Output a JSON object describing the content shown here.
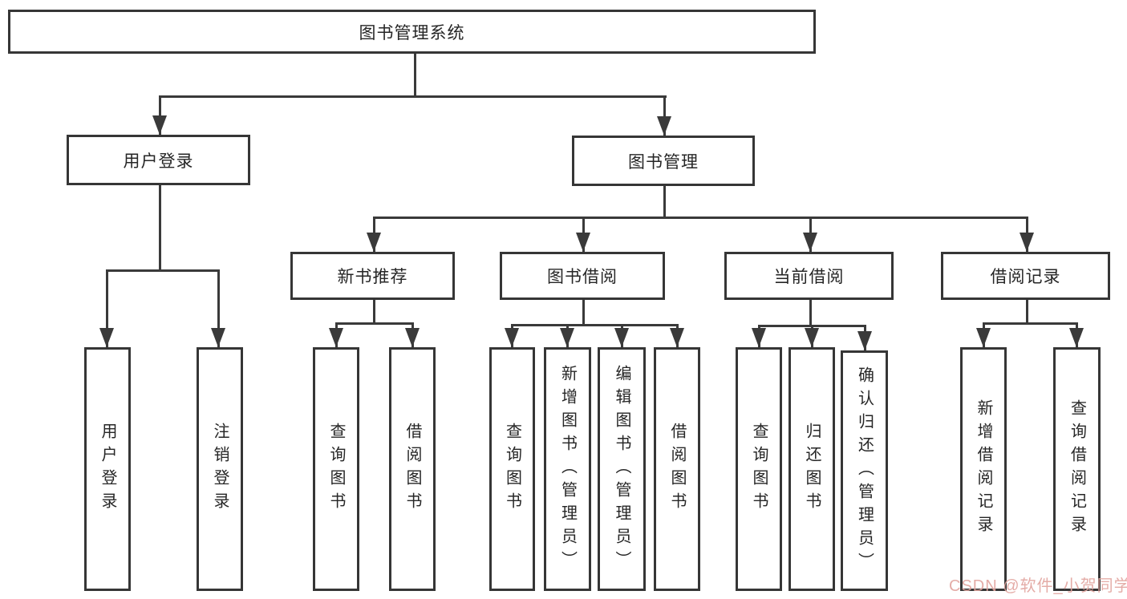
{
  "diagram": {
    "root": {
      "label": "图书管理系统"
    },
    "children": [
      {
        "label": "用户登录",
        "children": [
          {
            "label": "用户登录"
          },
          {
            "label": "注销登录"
          }
        ]
      },
      {
        "label": "图书管理",
        "children": [
          {
            "label": "新书推荐",
            "children": [
              {
                "label": "查询图书"
              },
              {
                "label": "借阅图书"
              }
            ]
          },
          {
            "label": "图书借阅",
            "children": [
              {
                "label": "查询图书"
              },
              {
                "label": "新增图书（管理员）"
              },
              {
                "label": "编辑图书（管理员）"
              },
              {
                "label": "借阅图书"
              }
            ]
          },
          {
            "label": "当前借阅",
            "children": [
              {
                "label": "查询图书"
              },
              {
                "label": "归还图书"
              },
              {
                "label": "确认归还（管理员）"
              }
            ]
          },
          {
            "label": "借阅记录",
            "children": [
              {
                "label": "新增借阅记录"
              },
              {
                "label": "查询借阅记录"
              }
            ]
          }
        ]
      }
    ]
  },
  "watermark": {
    "text": "CSDN @软件_小贺同学",
    "color": "#e2a49e"
  },
  "colors": {
    "line": "#3a3a3a",
    "border": "#363636",
    "text": "#262626",
    "background": "#ffffff"
  }
}
